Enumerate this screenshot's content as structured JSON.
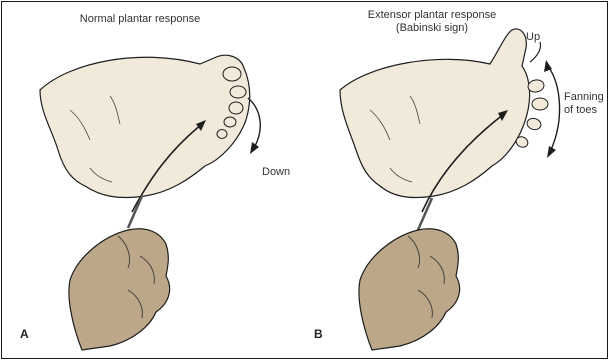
{
  "panel_a": {
    "letter": "A",
    "title": "Normal plantar response",
    "direction_label": "Down"
  },
  "panel_b": {
    "letter": "B",
    "title_line1": "Extensor plantar response",
    "title_line2": "(Babinski sign)",
    "up_label": "Up",
    "fanning_line1": "Fanning",
    "fanning_line2": "of toes"
  },
  "colors": {
    "skin": "#f1eadb",
    "skin_outline": "#1e1e1e",
    "hand": "#bca789",
    "hand_shadow": "#a89275",
    "frame": "#1a1a1a",
    "text": "#333333"
  }
}
